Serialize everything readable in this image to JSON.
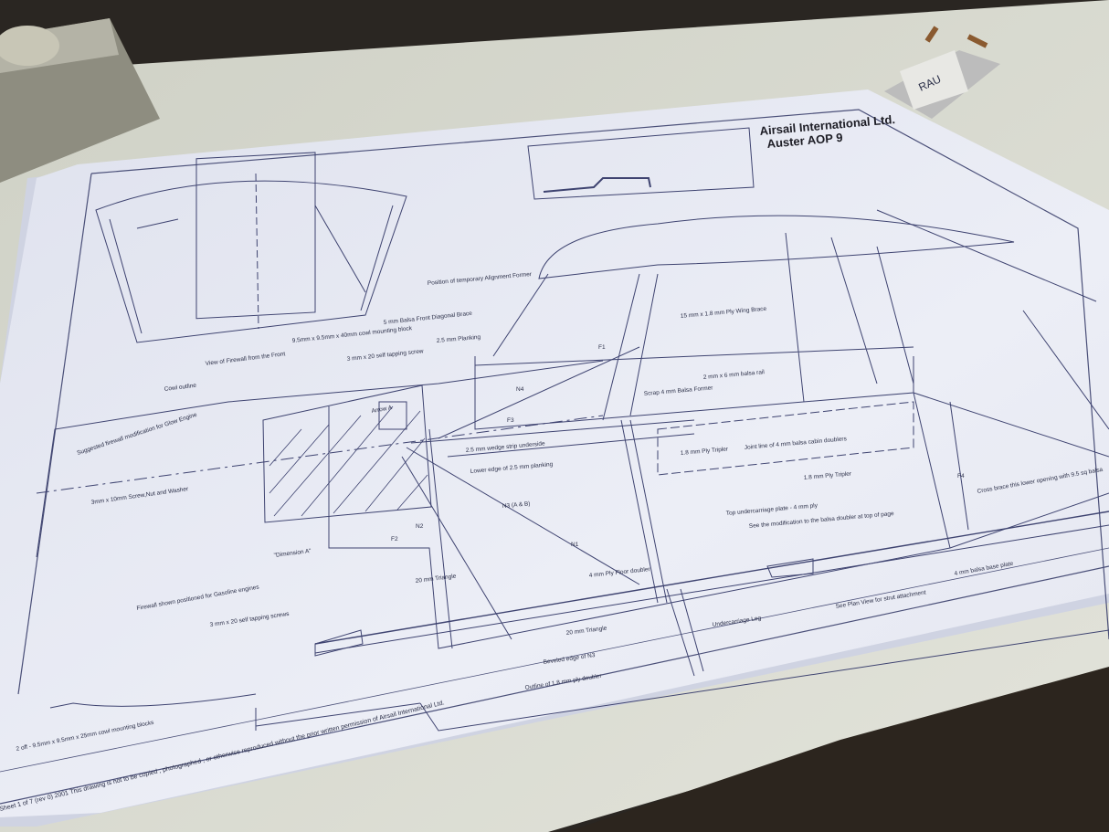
{
  "scene": {
    "colors": {
      "paper": "#e6e8f2",
      "ink": "#3a3f66",
      "table": "#d8dad2",
      "background": "#2a2622"
    }
  },
  "drawing": {
    "company": "Airsail International Ltd.",
    "model": "Auster AOP 9",
    "footer": "Sheet 1 of 7 (rev 0) 2001 This drawing is not to be copied , photographed , or otherwise reproduced without the prior written permission of Airsail International Ltd.",
    "clip_tag": "RAU",
    "labels": {
      "firewall_view": "View of Firewall from the Front",
      "cowl_outline": "Cowl outline",
      "firewall_mod": "Suggested firewall modification for Glow Engine",
      "arrow_a": "Arrow A",
      "screw_nut": "3mm x 10mm Screw,Nut and Washer",
      "dimension_a": "\"Dimension A\"",
      "f2": "F2",
      "n2": "N2",
      "triangle_1": "20 mm Triangle",
      "firewall_gasoline": "Firewall shown positioned for Gasoline engines",
      "self_tapping": "3 mm x 20 self tapping screws",
      "cowl_blocks": "2 off - 9.5mm x 9.5mm x 25mm cowl mounting blocks",
      "wedge_strip": "2.5 mm wedge strip underside",
      "lower_edge": "Lower edge of 2.5 mm planking",
      "n3": "N3 (A & B)",
      "n1": "N1",
      "floor_doubler": "4 mm Ply Floor doubler",
      "triangle_2": "20 mm Triangle",
      "beveled": "Beveled edge of N3",
      "outline_doubler": "Outline of 1.8 mm ply doubler",
      "undercarriage_leg": "Undercarriage Leg",
      "plan_view": "See Plan View for strut attachment",
      "base_plate": "4 mm balsa base plate",
      "top_uc_plate": "Top undercarriage plate - 4 mm ply",
      "see_mod": "See the modification to the balsa doubler at top of page",
      "tripler_1": "1.8 mm Ply Tripler",
      "joint_line": "Joint line of 4 mm balsa cabin doublers",
      "tripler_2": "1.8 mm Ply Tripler",
      "cross_brace": "Cross brace this lower opening with 9.5 sq balsa",
      "f4": "F4",
      "scrap_former": "Scrap 4 mm Balsa Former",
      "balsa_rail": "2 mm x 6 mm balsa rail",
      "wing_brace": "15 mm x 1.8 mm Ply Wing Brace",
      "planking": "2.5 mm Planking",
      "self_tapping_2": "3 mm x 20 self tapping screw",
      "diagonal_brace": "5 mm Balsa Front Diagonal Brace",
      "cowl_block": "9.5mm x 9.5mm x 40mm cowl mounting block",
      "alignment_former": "Position of temporary Alignment Former",
      "f1": "F1",
      "n4": "N4",
      "f3": "F3"
    }
  }
}
